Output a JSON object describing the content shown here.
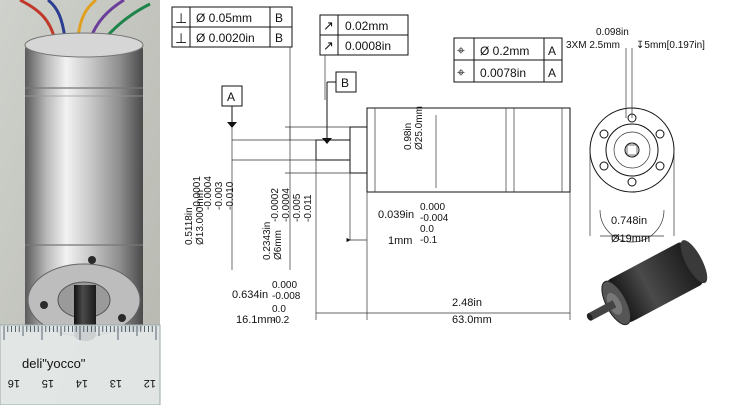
{
  "photo": {
    "ruler_brand": "deli\"yocco\"",
    "ruler_numbers": [
      "16",
      "15",
      "14",
      "13",
      "12"
    ]
  },
  "fcf": {
    "perp_mm": {
      "symbol": "⊥",
      "tol": "Ø  0.05mm",
      "datum": "B"
    },
    "perp_in": {
      "symbol": "⊥",
      "tol": "Ø  0.0020in",
      "datum": "B"
    },
    "runout_mm": {
      "symbol": "↗",
      "tol": "0.02mm"
    },
    "runout_in": {
      "symbol": "↗",
      "tol": "0.0008in"
    },
    "pos_mm": {
      "symbol": "⌖",
      "tol": "Ø  0.2mm",
      "datum": "A"
    },
    "pos_in": {
      "symbol": "⌖",
      "tol": "0.0078in",
      "datum": "A"
    }
  },
  "datums": {
    "a": "A",
    "b": "B"
  },
  "front_view": {
    "bolt_circle_in": "0.098in",
    "holes_label": "3XM  2.5mm",
    "depth_label": "↧5mm[0.197in]",
    "pilot_in": "0.748in",
    "pilot_mm": "Ø19mm"
  },
  "side_view": {
    "body_dia": "0.98in\nØ25.0mm",
    "shaft_tol_top": "-0.0001\n-0.0004\n-0.003\n-0.010",
    "shaft_dia": "0.5118in\nØ13.000mm",
    "pilot_tol": "-0.0002\n-0.0004\n-0.005\n-0.011",
    "pilot_dia": "0.2343in\nØ6mm",
    "step_in": "0.039in",
    "step_in_tol": "0.000\n-0.004",
    "step_mm": "1mm",
    "step_mm_tol": "0.0\n-0.1",
    "shaft_len_in": "0.634in",
    "shaft_len_in_tol": "0.000\n-0.008",
    "shaft_len_mm": "16.1mm",
    "shaft_len_mm_tol": "0.0\n-0.2",
    "body_len_in": "2.48in",
    "body_len_mm": "63.0mm"
  }
}
